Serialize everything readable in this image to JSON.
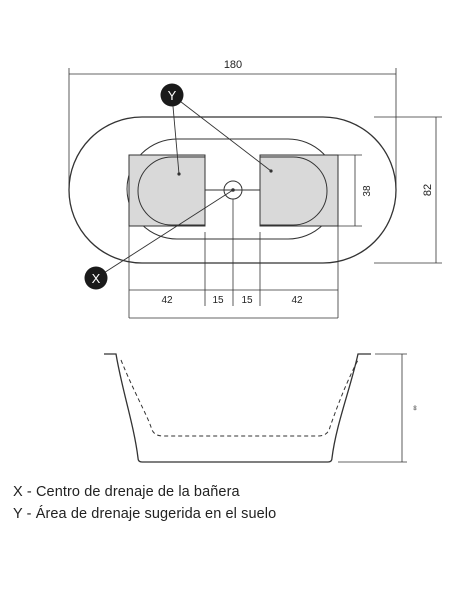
{
  "dimensions": {
    "total_length": "180",
    "total_width": "82",
    "inner_width": "38",
    "bottom_left": "42",
    "bottom_mid_left": "15",
    "bottom_mid_right": "15",
    "bottom_right": "42",
    "side_height": "∞"
  },
  "markers": {
    "x": "X",
    "y": "Y"
  },
  "legend": {
    "x_line": "X - Centro de drenaje de la bañera",
    "y_line": "Y - Área de drenaje sugerida en el suelo"
  },
  "colors": {
    "line": "#333333",
    "drain_area_fill": "#d9d9d9",
    "marker_fill": "#1a1a1a",
    "marker_text": "#ffffff"
  }
}
